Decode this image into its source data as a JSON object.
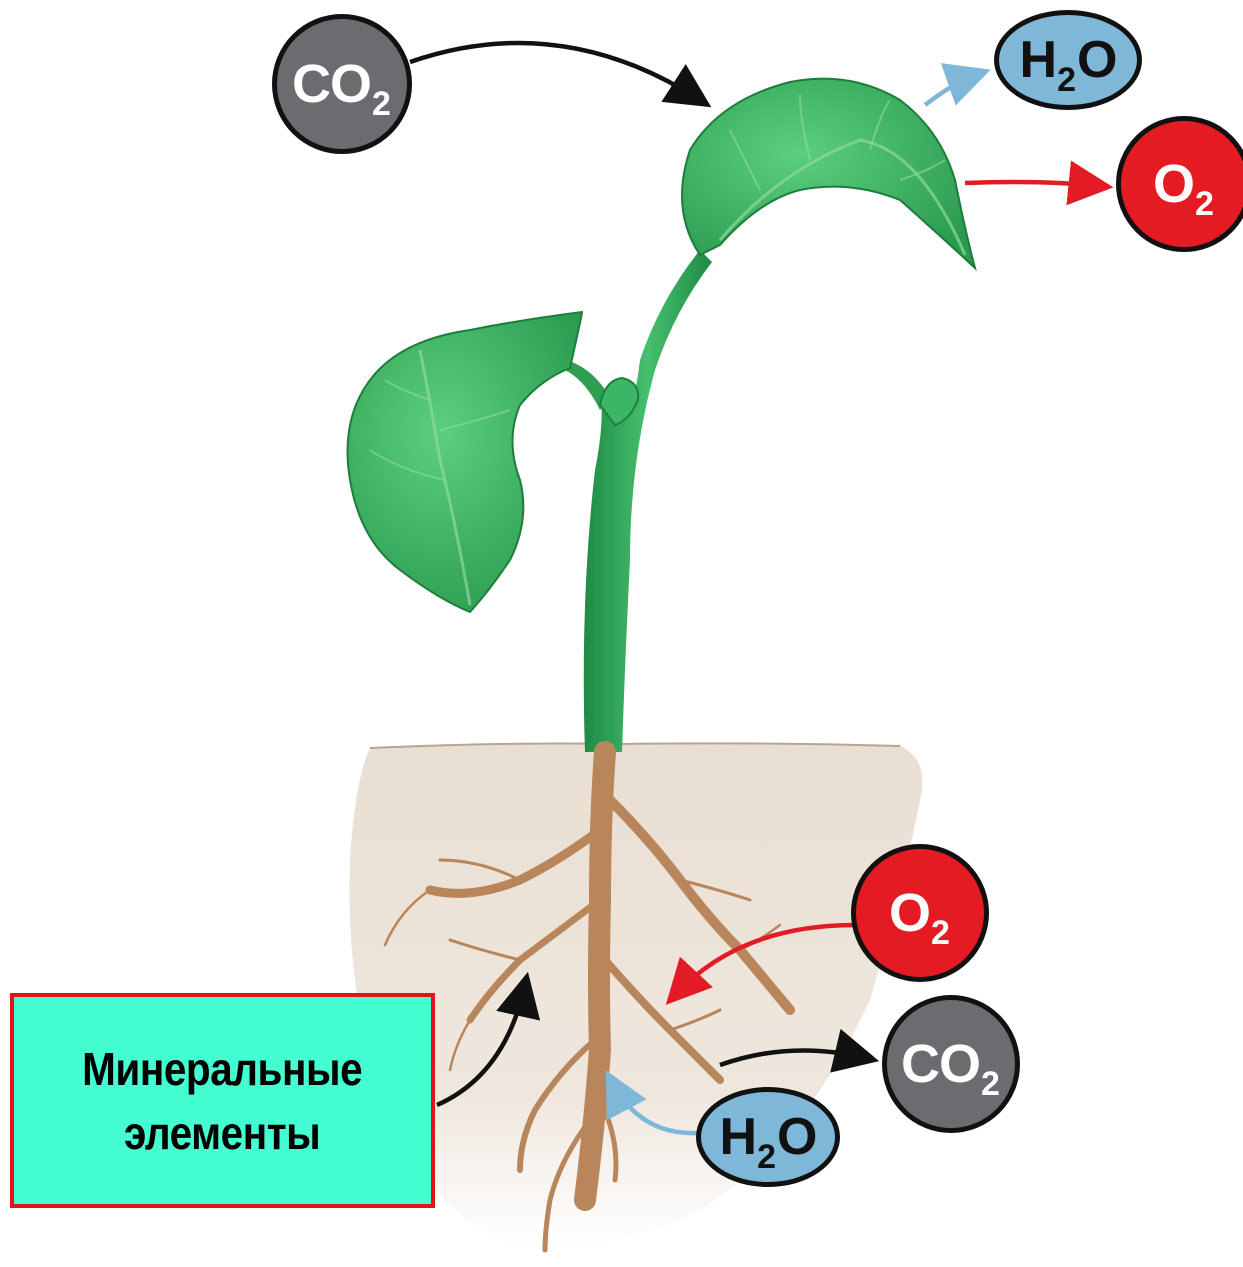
{
  "colors": {
    "co2_fill": "#6b6c6f",
    "o2_fill": "#e51b24",
    "h2o_fill": "#7fb7d9",
    "minerals_fill": "#44fdd1",
    "minerals_border": "#e3121b",
    "leaf_green": "#3bb566",
    "stem_green": "#2f9e52",
    "root_brown": "#c08c5a",
    "soil": "#e8ddd2"
  },
  "molecules": {
    "co2_top": {
      "symbol": "CO",
      "sub": "2",
      "tail": ""
    },
    "h2o_top": {
      "symbol": "H",
      "sub": "2",
      "tail": "O"
    },
    "o2_top": {
      "symbol": "O",
      "sub": "2",
      "tail": ""
    },
    "o2_root": {
      "symbol": "O",
      "sub": "2",
      "tail": ""
    },
    "co2_root": {
      "symbol": "CO",
      "sub": "2",
      "tail": ""
    },
    "h2o_root": {
      "symbol": "H",
      "sub": "2",
      "tail": "O"
    }
  },
  "minerals": {
    "label": "Минеральные\nэлементы"
  }
}
